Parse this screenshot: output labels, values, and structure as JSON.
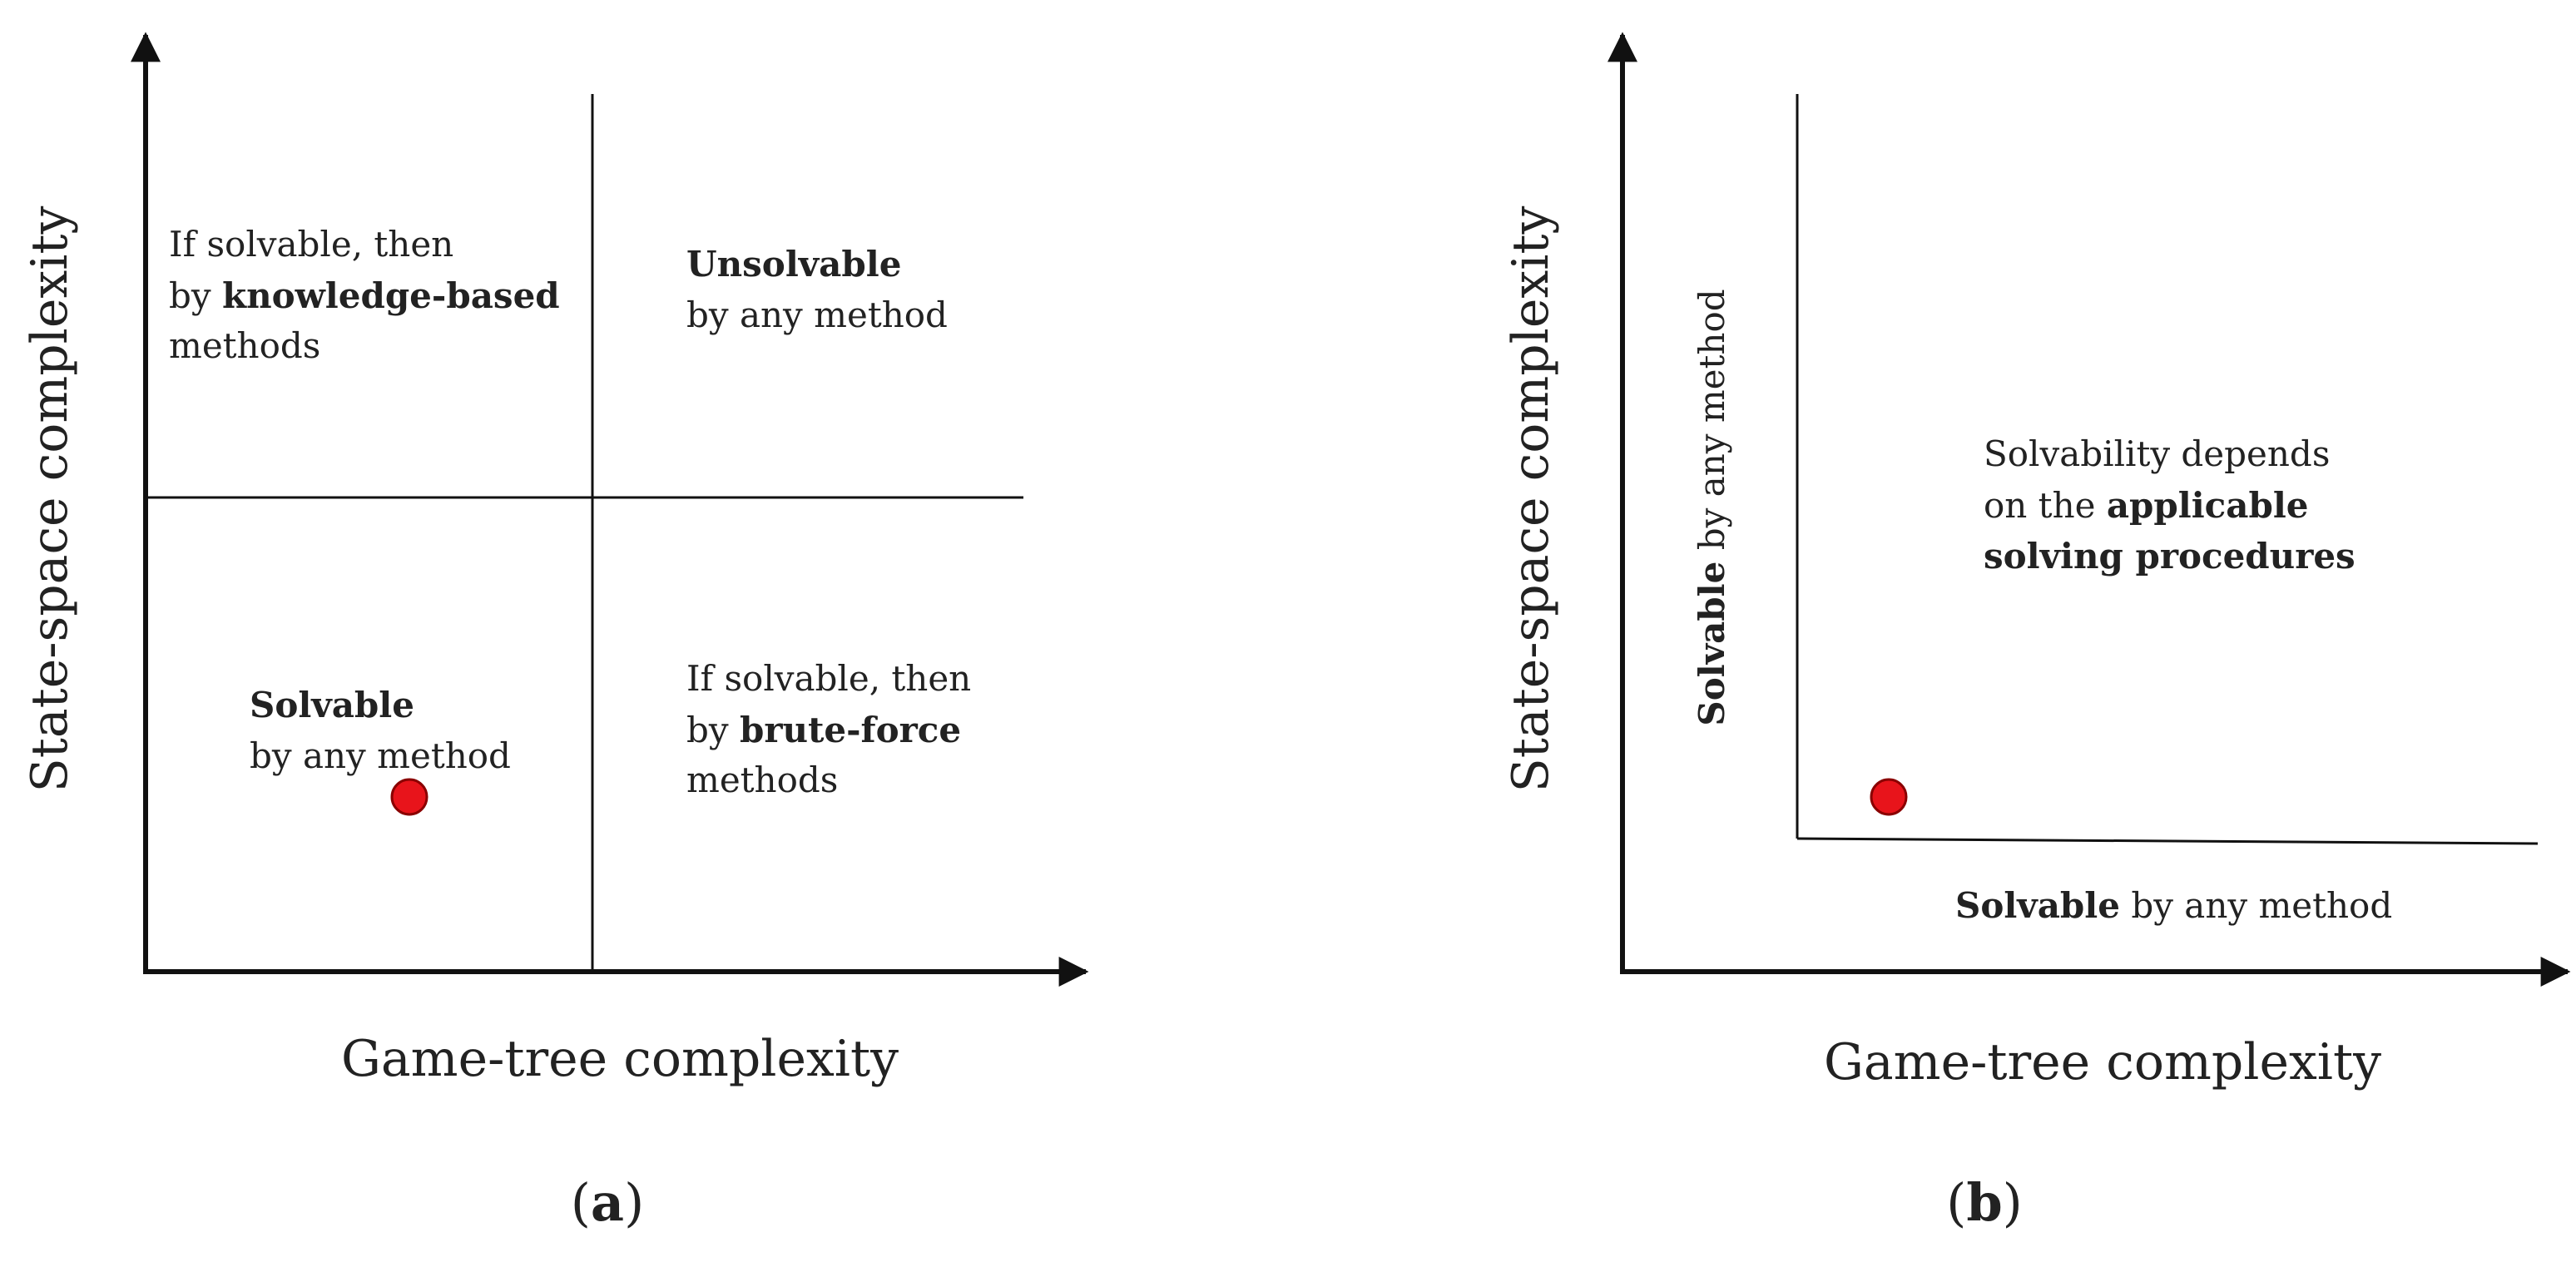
{
  "colors": {
    "line": "#111111",
    "text": "#222222",
    "marker_fill": "#e8141b",
    "marker_stroke": "#8a0000",
    "background": "#ffffff"
  },
  "panel_a": {
    "caption_open": "(",
    "caption_letter": "a",
    "caption_close": ")",
    "x_axis_title": "Game-tree complexity",
    "y_axis_title": "State-space complexity",
    "top_left": {
      "line1": "If solvable, then",
      "line2_pre": "by ",
      "line2_bold": "knowledge-based",
      "line3": "methods"
    },
    "top_right": {
      "line1_bold": "Unsolvable",
      "line2": "by any method"
    },
    "bottom_left": {
      "line1_bold": "Solvable",
      "line2": "by any method"
    },
    "bottom_right": {
      "line1": "If solvable, then",
      "line2_pre": "by ",
      "line2_bold": "brute-force",
      "line3": "methods"
    }
  },
  "panel_b": {
    "caption_open": "(",
    "caption_letter": "b",
    "caption_close": ")",
    "x_axis_title": "Game-tree complexity",
    "y_axis_title": "State-space complexity",
    "vertical_label_bold": "Solvable",
    "vertical_label_rest": " by any method",
    "horizontal_label_bold": "Solvable",
    "horizontal_label_rest": " by any method",
    "region": {
      "line1": "Solvability depends",
      "line2_pre": "on the ",
      "line2_bold": "applicable",
      "line3_bold": "solving procedures"
    }
  }
}
